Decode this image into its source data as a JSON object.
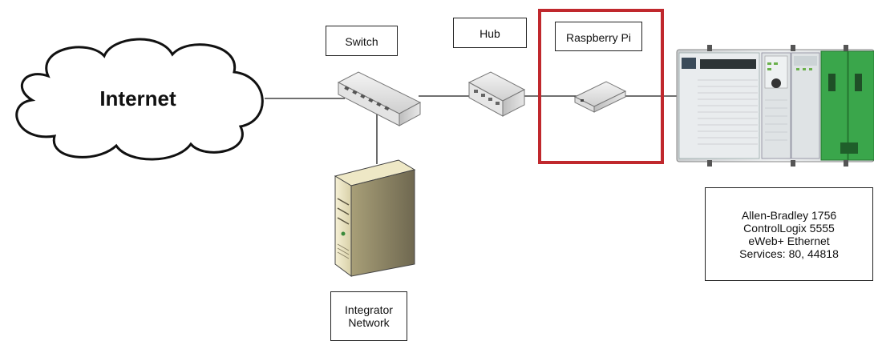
{
  "labels": {
    "internet": "Internet",
    "switch": "Switch",
    "hub": "Hub",
    "raspberry_pi": "Raspberry Pi",
    "integrator_network": [
      "Integrator",
      "Network"
    ],
    "plc_info": [
      "Allen-Bradley 1756",
      "ControlLogix 5555",
      "eWeb+ Ethernet",
      "Services: 80, 44818"
    ]
  },
  "colors": {
    "highlight": "#c0282d",
    "plc_green": "#3aa64b",
    "chassis_gray": "#d8dbdd"
  },
  "icons": [
    "cloud-icon",
    "switch-icon",
    "hub-icon",
    "raspberry-pi-icon",
    "server-tower-icon",
    "plc-chassis-icon"
  ]
}
